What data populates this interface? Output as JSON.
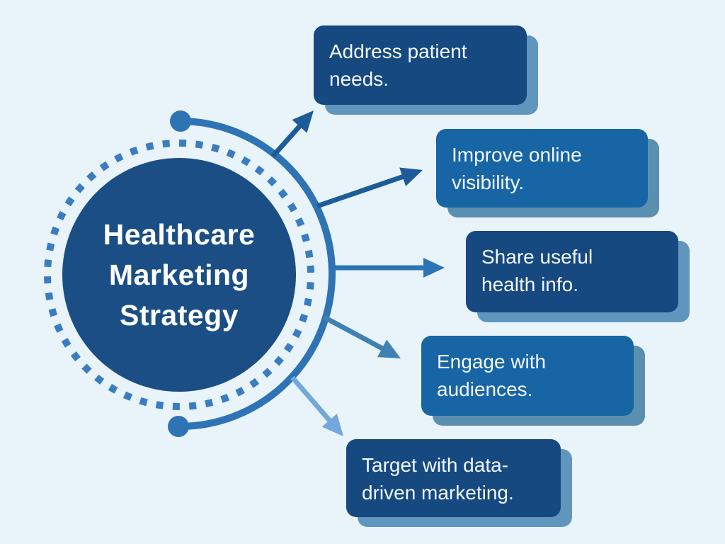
{
  "diagram": {
    "title": "Healthcare Marketing Strategy",
    "items": [
      {
        "label": "Address patient needs."
      },
      {
        "label": "Improve online visibility."
      },
      {
        "label": "Share useful health info."
      },
      {
        "label": "Engage with audiences."
      },
      {
        "label": "Target with data-driven marketing."
      }
    ],
    "palette": {
      "background": "#e8f3fa",
      "hub_fill": "#1b4e84",
      "hub_text": "#ffffff",
      "dotted_ring": "#3a7cc0",
      "arc_and_end_dots": "#2e74b5",
      "box_dark": "#15497f",
      "box_medium": "#1765a4",
      "box_shadow_dark": "#6096be",
      "box_shadow_medium": "#5b8fb0",
      "box_text": "#f3f7fd",
      "arrow_colors_top_to_bottom": [
        "#1e5c99",
        "#1e5c99",
        "#2e74b5",
        "#4081b1",
        "#74a7db"
      ]
    }
  }
}
